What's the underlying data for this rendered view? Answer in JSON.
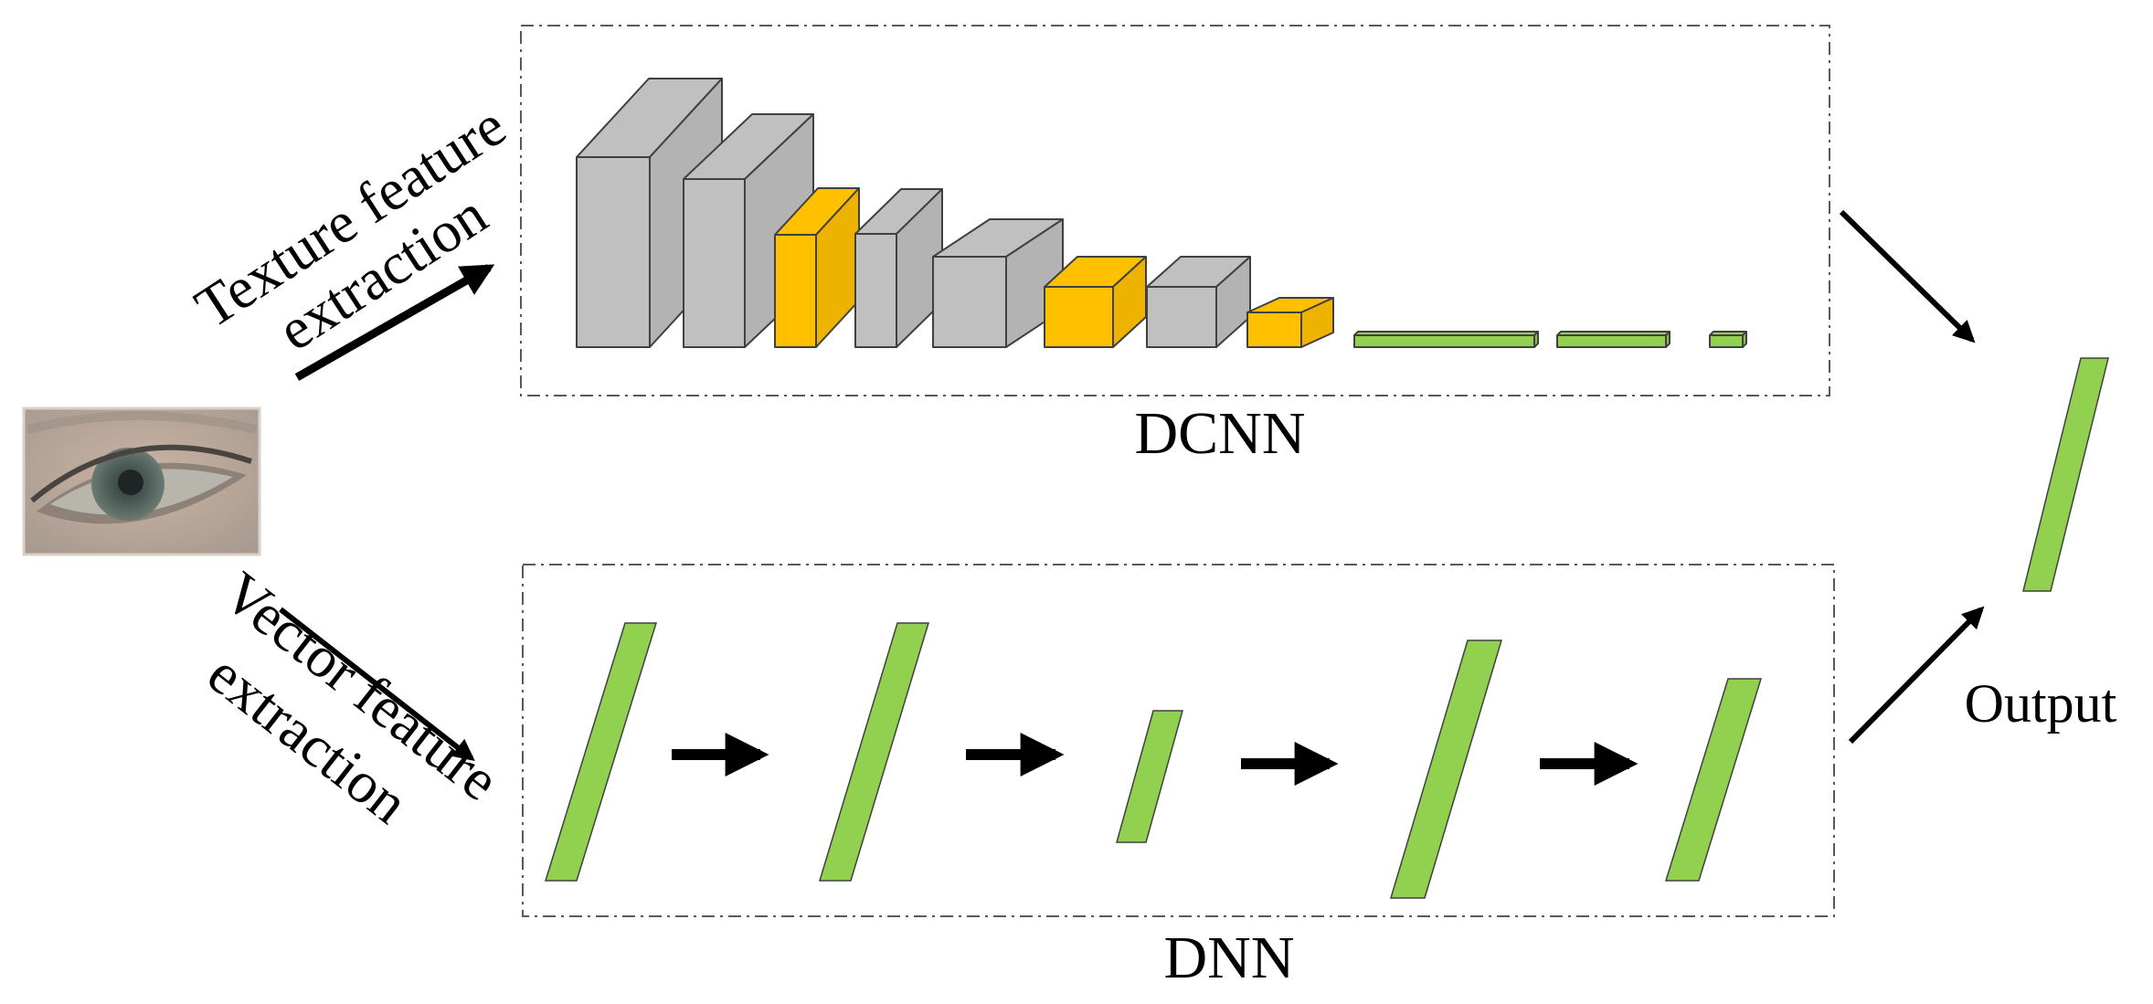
{
  "labels": {
    "dcnn": "DCNN",
    "dnn": "DNN",
    "output": "Output",
    "texture_line1": "Texture feature",
    "texture_line2": "extraction",
    "vector_line1": "Vector feature",
    "vector_line2": "extraction"
  },
  "colors": {
    "gray_block": "#c0c0c0",
    "orange_block": "#ffc000",
    "green_layer": "#92d050",
    "stroke": "#404040",
    "arrow": "#000000",
    "frame": "#595959"
  },
  "icons": {
    "input_image": "eye-photo",
    "arrows": "arrow-right-icon"
  }
}
